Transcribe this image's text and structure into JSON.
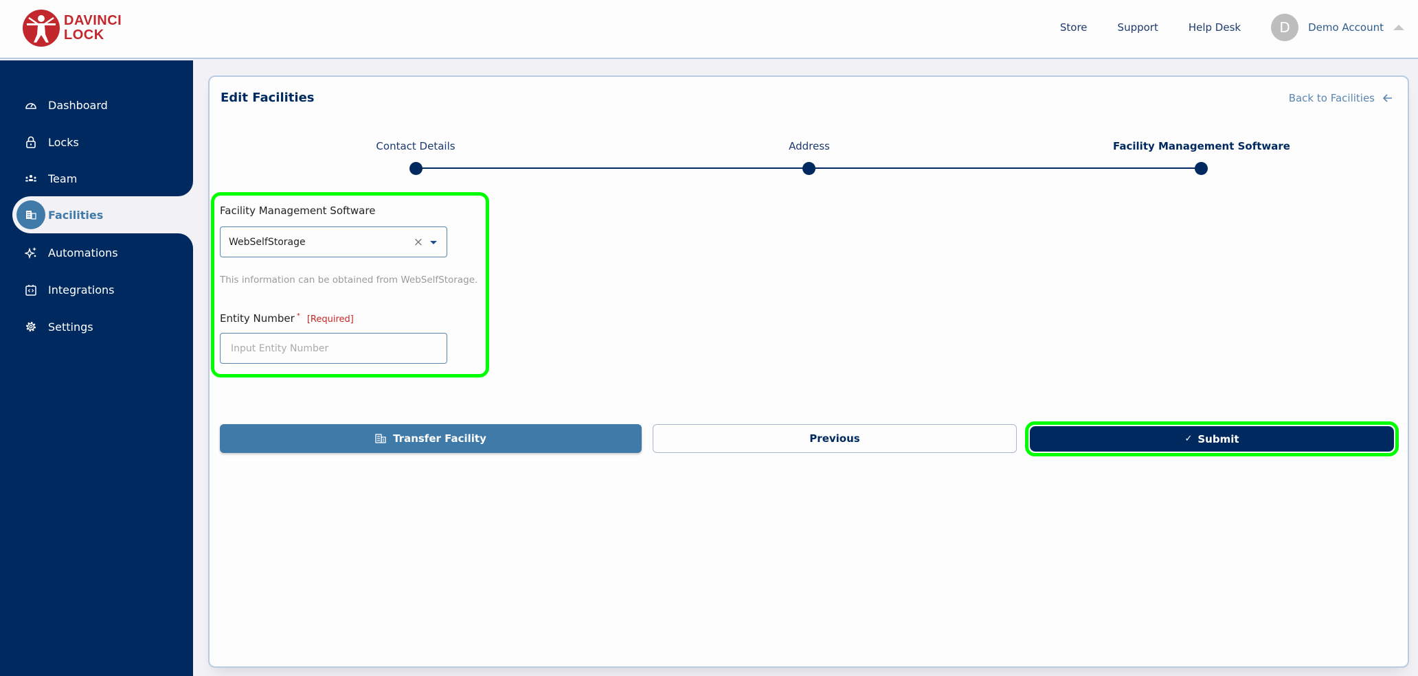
{
  "brand": {
    "line1": "DAVINCI",
    "line2": "LOCK",
    "color": "#c1272d"
  },
  "topnav": {
    "links": [
      "Store",
      "Support",
      "Help Desk"
    ],
    "account": {
      "initial": "D",
      "name": "Demo Account"
    }
  },
  "sidebar": {
    "items": [
      {
        "label": "Dashboard",
        "icon": "gauge-icon"
      },
      {
        "label": "Locks",
        "icon": "lock-icon"
      },
      {
        "label": "Team",
        "icon": "team-icon"
      },
      {
        "label": "Facilities",
        "icon": "building-icon",
        "active": true
      },
      {
        "label": "Automations",
        "icon": "sparkles-icon"
      },
      {
        "label": "Integrations",
        "icon": "integration-icon"
      },
      {
        "label": "Settings",
        "icon": "gear-icon"
      }
    ]
  },
  "page": {
    "title": "Edit Facilities",
    "back_link": "Back to Facilities"
  },
  "stepper": {
    "steps": [
      {
        "label": "Contact Details",
        "current": false
      },
      {
        "label": "Address",
        "current": false
      },
      {
        "label": "Facility Management Software",
        "current": true
      }
    ]
  },
  "form": {
    "software": {
      "label": "Facility Management Software",
      "value": "WebSelfStorage",
      "helper": "This information can be obtained from WebSelfStorage."
    },
    "entity_number": {
      "label": "Entity Number",
      "required_star": "*",
      "required_tag": "[Required]",
      "placeholder": "Input Entity Number",
      "value": ""
    }
  },
  "buttons": {
    "transfer": "Transfer Facility",
    "previous": "Previous",
    "submit": "Submit",
    "submit_icon": "✓"
  },
  "colors": {
    "primary": "#002a5f",
    "accent": "#3f7aa8",
    "highlight": "#00ff00",
    "error": "#c62828"
  }
}
